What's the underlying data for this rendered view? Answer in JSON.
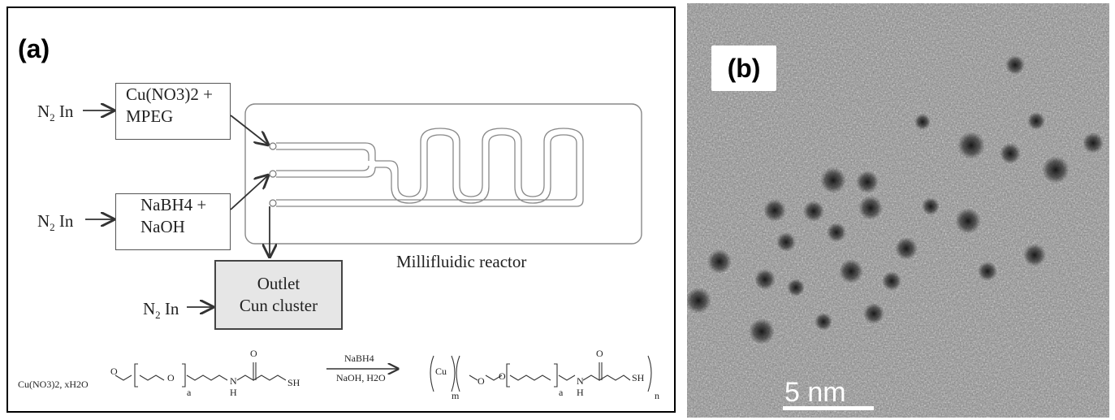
{
  "panel_a": {
    "label": "(a)",
    "inlets": [
      "N2 In",
      "N2 In",
      "N2 In"
    ],
    "box_cu": {
      "line1": "Cu(NO3)2 +",
      "line2": "MPEG"
    },
    "box_nabh4": {
      "line1": "NaBH4 +",
      "line2": "NaOH"
    },
    "box_outlet": {
      "line1": "Outlet",
      "line2": "Cun cluster"
    },
    "reactor_label": "Millifluidic reactor",
    "reaction": {
      "reactant_salt": "Cu(NO3)2, xH2O",
      "reagent_top": "NaBH4",
      "reagent_bottom": "NaOH, H2O",
      "subscript_a": "a",
      "subscript_m": "m",
      "subscript_n": "n",
      "atom_o": "O",
      "atom_n": "N",
      "atom_h": "H",
      "atom_sh": "SH",
      "product_metal": "Cu"
    }
  },
  "panel_b": {
    "label": "(b)",
    "scale_bar": "5 nm",
    "image_type": "TEM micrograph",
    "colors": {
      "background": "#8a8a8a",
      "particles": "#1a1a1a"
    }
  }
}
